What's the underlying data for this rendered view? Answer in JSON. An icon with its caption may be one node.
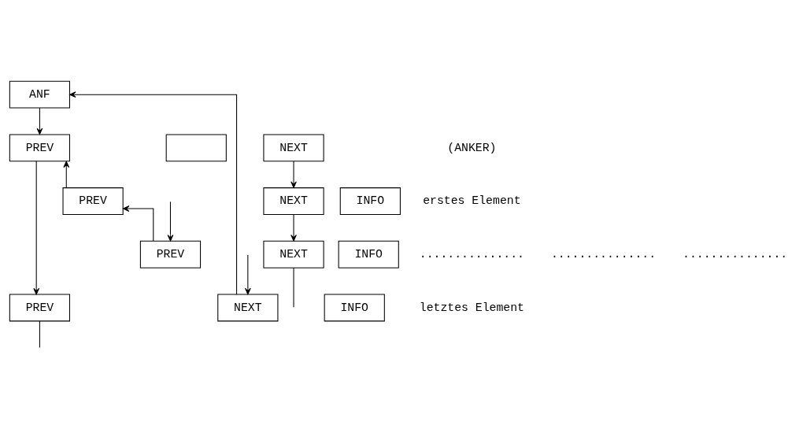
{
  "diagram": {
    "nodes": [
      {
        "text": [
          "ANF"
        ]
      },
      {
        "text": [
          "PREV"
        ]
      },
      {
        "text": [],
        "shape": "box"
      },
      {
        "text": [
          "NEXT"
        ]
      },
      {
        "text": [
          "PREV"
        ]
      },
      {
        "text": [
          "INFO"
        ]
      },
      {
        "text": [
          "NEXT"
        ]
      },
      {
        "text": [
          "PREV"
        ]
      },
      {
        "text": [
          "INFO"
        ]
      },
      {
        "text": [
          "NEXT"
        ]
      },
      {
        "text": [
          "PREV"
        ]
      },
      {
        "text": [
          "INFO"
        ]
      },
      {
        "text": [
          "NEXT"
        ]
      }
    ],
    "edges": [
      {
        "from": 0,
        "to": 1,
        "arrow": "to"
      },
      {
        "from": 1,
        "to": 10,
        "arrow": "to"
      },
      {
        "from": 3,
        "to": 6,
        "arrow": "to"
      },
      {
        "from": 4,
        "to": 1,
        "arrow": "to"
      },
      {
        "from": 6,
        "to": 9,
        "arrow": "to"
      },
      {
        "from": 7,
        "to": 4,
        "arrow": "to"
      },
      {
        "from": 9,
        "to": null,
        "arrow": "none"
      },
      {
        "from": null,
        "to": 7,
        "arrow": "to"
      },
      {
        "from": 10,
        "to": null,
        "arrow": "none"
      },
      {
        "from": null,
        "to": 12,
        "arrow": "to"
      },
      {
        "from": 12,
        "to": 0,
        "arrow": "to"
      }
    ],
    "labels": [
      "(ANKER)",
      "erstes Element",
      "...............",
      "...............",
      "...............",
      "letztes Element"
    ]
  }
}
